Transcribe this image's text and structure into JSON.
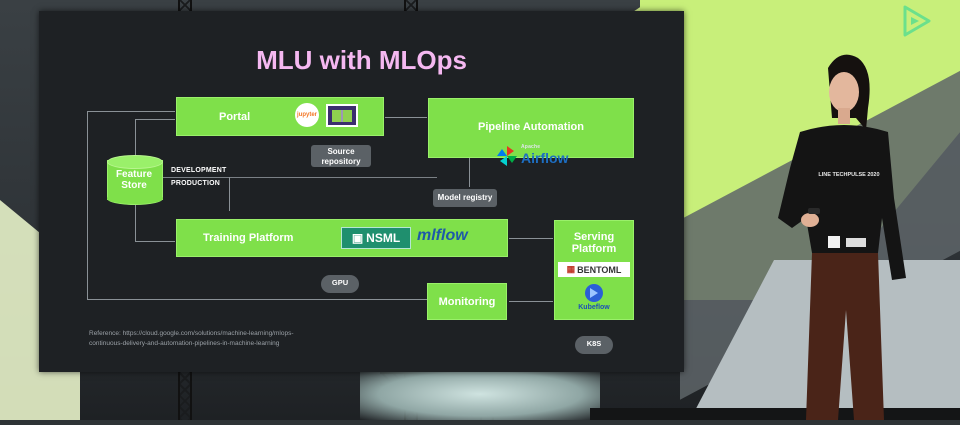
{
  "slide": {
    "title": "MLU with MLOps",
    "portal": "Portal",
    "jupyter": "jupyter",
    "source_repository": "Source repository",
    "pipeline_automation": "Pipeline Automation",
    "airflow_small": "Apache",
    "airflow": "Airflow",
    "feature_store": "Feature Store",
    "development": "DEVELOPMENT",
    "production": "PRODUCTION",
    "model_registry": "Model registry",
    "training_platform": "Training Platform",
    "nsml": "NSML",
    "mlflow": "mlflow",
    "serving_platform": "Serving Platform",
    "bentoml": "BENTOML",
    "kubeflow": "Kubeflow",
    "gpu": "GPU",
    "monitoring": "Monitoring",
    "k8s": "K8S",
    "reference_line1": "Reference: https://cloud.google.com/solutions/machine-learning/mlops-",
    "reference_line2": "continuous-delivery-and-automation-pipelines-in-machine-learning"
  },
  "presenter": {
    "shirt_text": "LINE TECHPULSE 2020"
  },
  "colors": {
    "accent_green": "#7fe04a",
    "title_pink": "#f5b8f1",
    "screen_bg": "#1e2124"
  }
}
